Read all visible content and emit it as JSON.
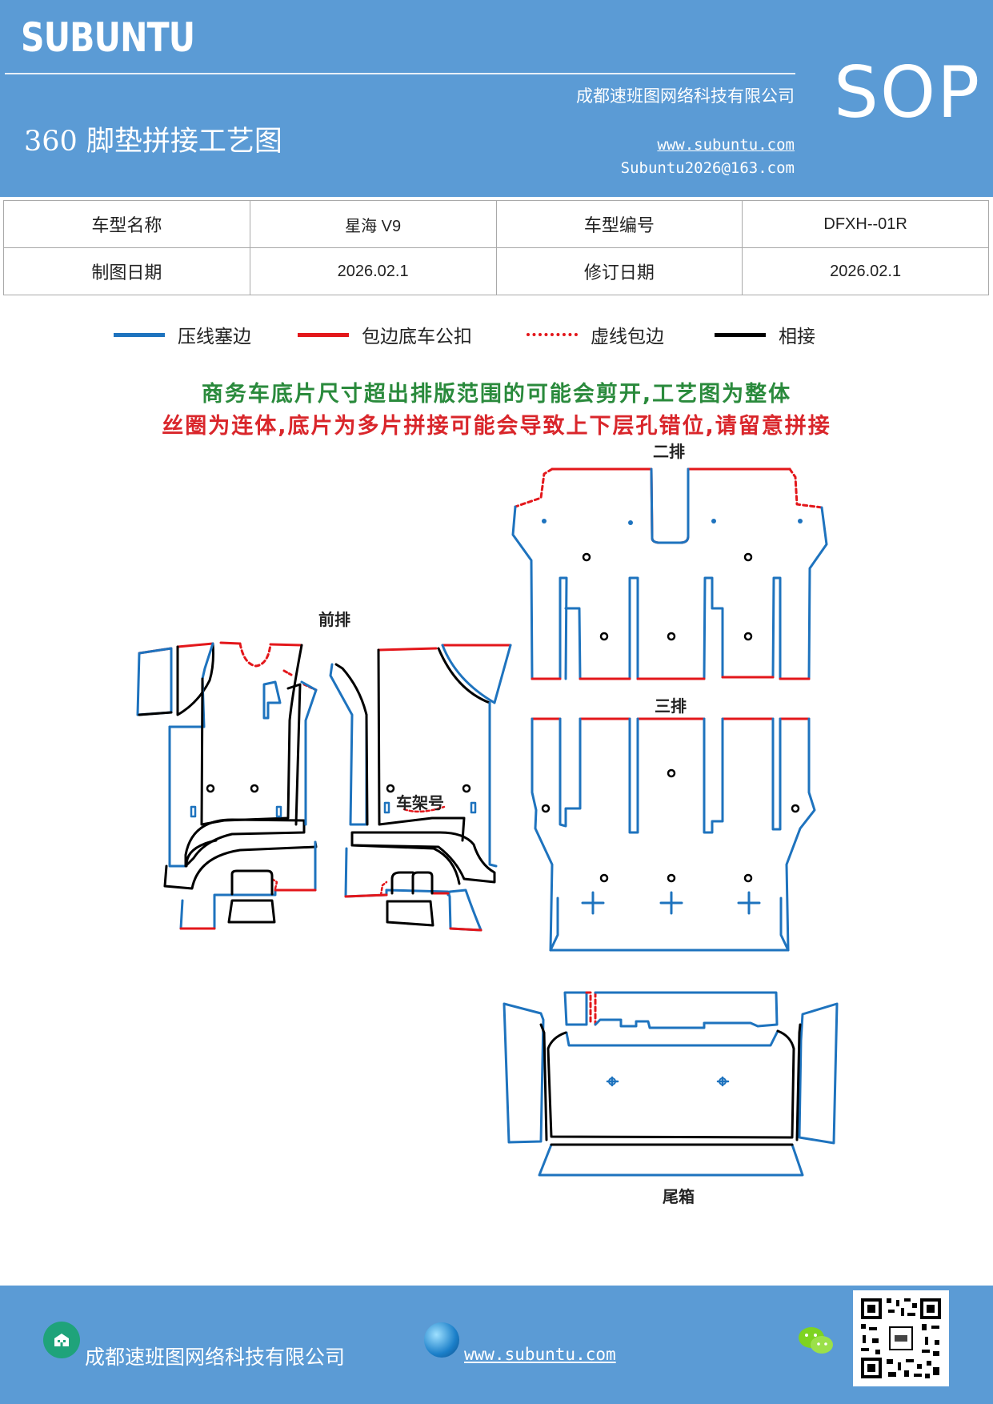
{
  "header": {
    "logo": "SUBUNTU",
    "company": "成都速班图网络科技有限公司",
    "title": "360 脚垫拼接工艺图",
    "website": "www.subuntu.com",
    "email": "Subuntu2026@163.com",
    "sop": "SOP",
    "bg_color": "#5b9bd5"
  },
  "info_table": {
    "model_name_label": "车型名称",
    "model_name_value": "星海 V9",
    "model_code_label": "车型编号",
    "model_code_value": "DFXH--01R",
    "draw_date_label": "制图日期",
    "draw_date_value": "2026.02.1",
    "revise_date_label": "修订日期",
    "revise_date_value": "2026.02.1"
  },
  "legend": [
    {
      "label": "压线塞边",
      "style": "blue-solid",
      "color": "#1e73be"
    },
    {
      "label": "包边底车公扣",
      "style": "red-solid",
      "color": "#e3171b"
    },
    {
      "label": "虚线包边",
      "style": "red-dotted",
      "color": "#e3171b"
    },
    {
      "label": "相接",
      "style": "black-solid",
      "color": "#000000"
    }
  ],
  "notice": {
    "line1": "商务车底片尺寸超出排版范围的可能会剪开,工艺图为整体",
    "line2": "丝圈为连体,底片为多片拼接可能会导致上下层孔错位,请留意拼接"
  },
  "diagram": {
    "front_row": "前排",
    "second_row": "二排",
    "third_row": "三排",
    "trunk": "尾箱",
    "frame_number": "车架号"
  },
  "footer": {
    "company": "成都速班图网络科技有限公司",
    "website": "www.subuntu.com",
    "icons": [
      "building-icon",
      "globe-icon",
      "wechat-icon",
      "qr-code"
    ]
  }
}
